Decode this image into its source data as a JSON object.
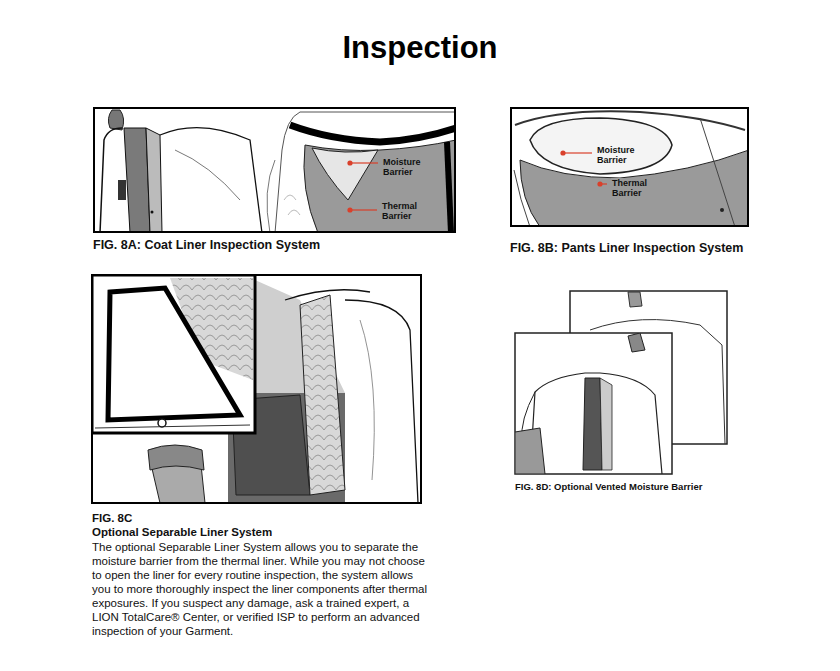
{
  "diagram": {
    "title": "Inspection",
    "nodes": [
      {
        "text": [
          "Moisture Barrier",
          "Thermal Barrier"
        ]
      },
      {
        "text": [
          "Moisture Barrier",
          "Thermal Barrier"
        ]
      }
    ],
    "labels": [
      "FIG. 8A: Coat Liner Inspection System",
      "FIG. 8B: Pants Liner Inspection System",
      "FIG. 8C",
      "Optional Separable Liner System",
      "The optional Separable Liner System allows you to separate the moisture barrier from the thermal liner. While you may not choose to open the liner for every routine inspection, the system allows you to more thoroughly inspect the liner components after thermal exposures. If you suspect any damage, ask a trained expert, a LION TotalCare® Center, or verified ISP to perform an advanced inspection of your Garment.",
      "FIG. 8D: Optional Vented Moisture Barrier"
    ]
  }
}
